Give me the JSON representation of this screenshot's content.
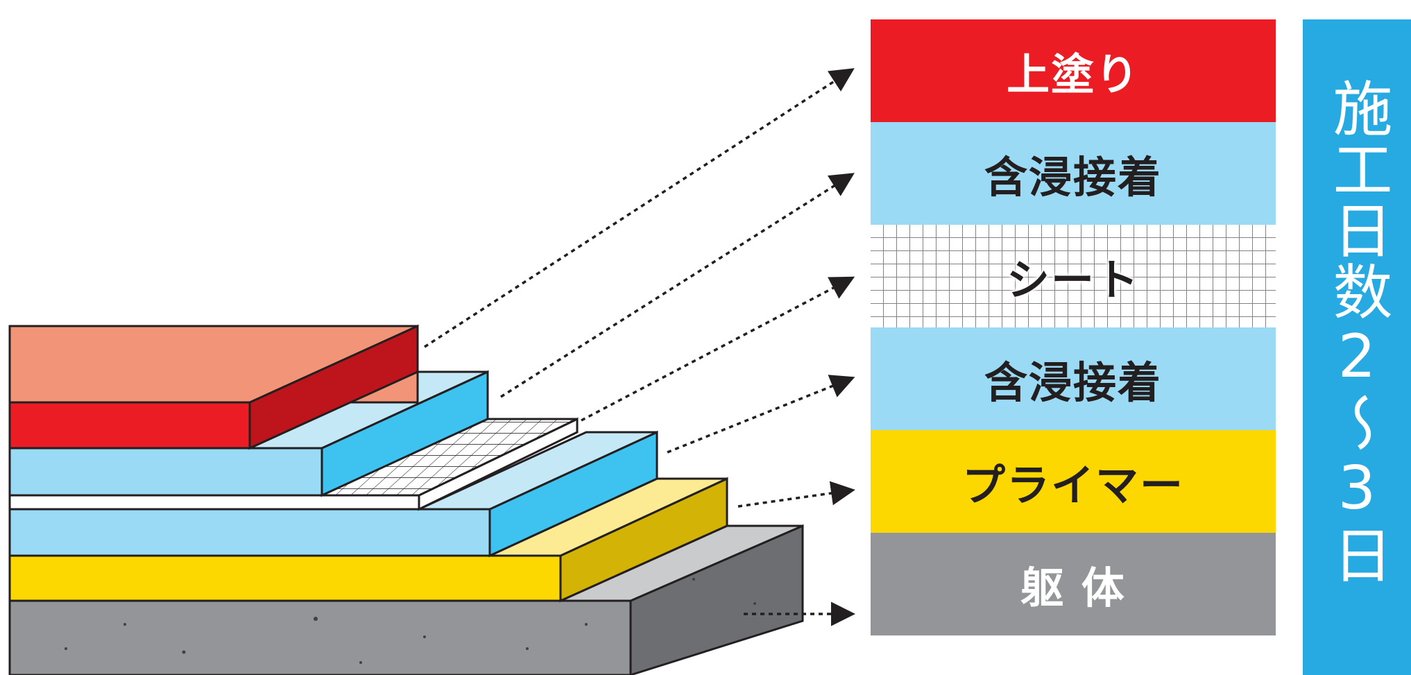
{
  "colors": {
    "topcoat_top": "#f29478",
    "topcoat_front": "#ec1c24",
    "topcoat_side": "#be141b",
    "adhesive_top": "#c5e8f7",
    "adhesive_front": "#9bdaf5",
    "adhesive_side": "#3ec3f0",
    "primer_top": "#fdeb93",
    "primer_front": "#fdd800",
    "primer_side": "#d2b306",
    "substrate_top": "#cacbcd",
    "substrate_front": "#929497",
    "substrate_side": "#808285",
    "panel_blue": "#27a9e1"
  },
  "layers": [
    {
      "id": "topcoat",
      "label": "上塗り",
      "fill": "#ec1c24",
      "text_color": "#ffffff",
      "pattern": "solid"
    },
    {
      "id": "adhesive-1",
      "label": "含浸接着",
      "fill": "#9bdaf5",
      "text_color": "#231f20",
      "pattern": "solid"
    },
    {
      "id": "sheet",
      "label": "シート",
      "fill": "#ffffff",
      "text_color": "#231f20",
      "pattern": "grid"
    },
    {
      "id": "adhesive-2",
      "label": "含浸接着",
      "fill": "#9bdaf5",
      "text_color": "#231f20",
      "pattern": "solid"
    },
    {
      "id": "primer",
      "label": "プライマー",
      "fill": "#fdd800",
      "text_color": "#231f20",
      "pattern": "solid"
    },
    {
      "id": "substrate",
      "label": "躯 体",
      "fill": "#939598",
      "text_color": "#ffffff",
      "pattern": "solid"
    }
  ],
  "duration": {
    "text": "施工日数2〜3日"
  }
}
